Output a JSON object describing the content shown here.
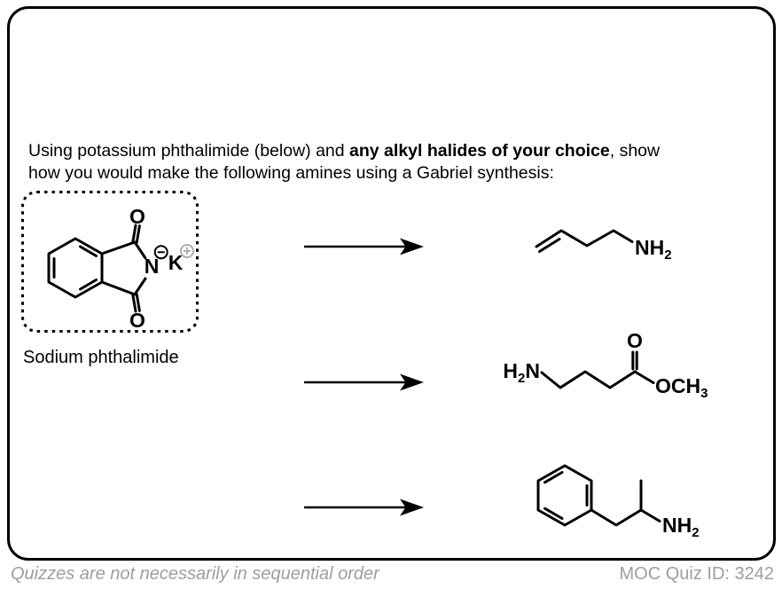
{
  "colors": {
    "ink": "#000000",
    "counterion_gray": "#b0b0b0",
    "footer_gray": "#9e9e9e"
  },
  "question": {
    "line1_regular": "Using potassium phthalimide (below) and ",
    "line1_bold": "any alkyl halides of your choice",
    "line1_tail": ", show",
    "line2": "how you would make the following amines using a Gabriel synthesis:"
  },
  "reagent": {
    "caption": "Sodium phthalimide",
    "name": "potassium phthalimide",
    "atom_o_top": "O",
    "atom_o_bottom": "O",
    "atom_n": "N",
    "atom_k": "K",
    "nitrogen_charge": "negative",
    "potassium_charge": "positive"
  },
  "products": {
    "p1": {
      "name": "but-3-en-1-amine",
      "nh": "NH",
      "nh_sub": "2"
    },
    "p2": {
      "name": "methyl 4-aminobutanoate",
      "h": "H",
      "h_sub": "2",
      "n": "N",
      "carbonyl_o": "O",
      "ester_och": "OCH",
      "ester_sub": "3"
    },
    "p3": {
      "name": "amphetamine",
      "nh": "NH",
      "nh_sub": "2"
    }
  },
  "footer": {
    "note": "Quizzes are not necessarily in sequential order",
    "quiz_id": "MOC Quiz ID: 3242"
  }
}
